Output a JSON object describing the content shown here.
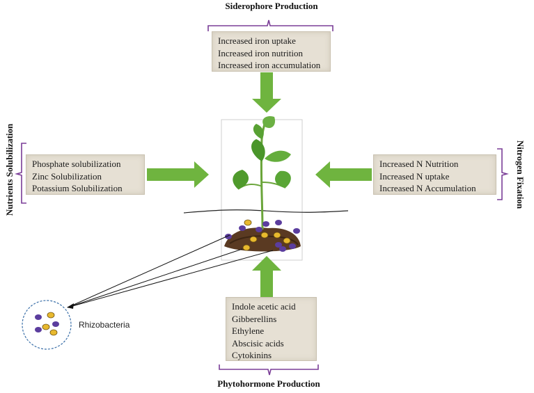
{
  "top": {
    "heading": "Siderophore Production",
    "items": [
      "Increased iron uptake",
      "Increased iron nutrition",
      "Increased iron accumulation"
    ]
  },
  "left": {
    "heading": "Nutrients Solubilization",
    "items": [
      "Phosphate solubilization",
      "Zinc Solubilization",
      "Potassium Solubilization"
    ]
  },
  "right": {
    "heading": "Nitrogen Fixation",
    "items": [
      "Increased N Nutrition",
      "Increased N uptake",
      "Increased N Accumulation"
    ]
  },
  "bottom": {
    "heading": "Phytohormone Production",
    "items": [
      "Indole acetic acid",
      "Gibberellins",
      "Ethylene",
      "Abscisic acids",
      "Cytokinins"
    ]
  },
  "rhizobacteria_label": "Rhizobacteria",
  "colors": {
    "arrow": "#6fb43f",
    "bracket": "#7a3d97",
    "box_bg": "#e6e0d4",
    "bacteria_purple": "#5b3d9e",
    "bacteria_yellow": "#e8b92e",
    "soil": "#5a3a22"
  }
}
